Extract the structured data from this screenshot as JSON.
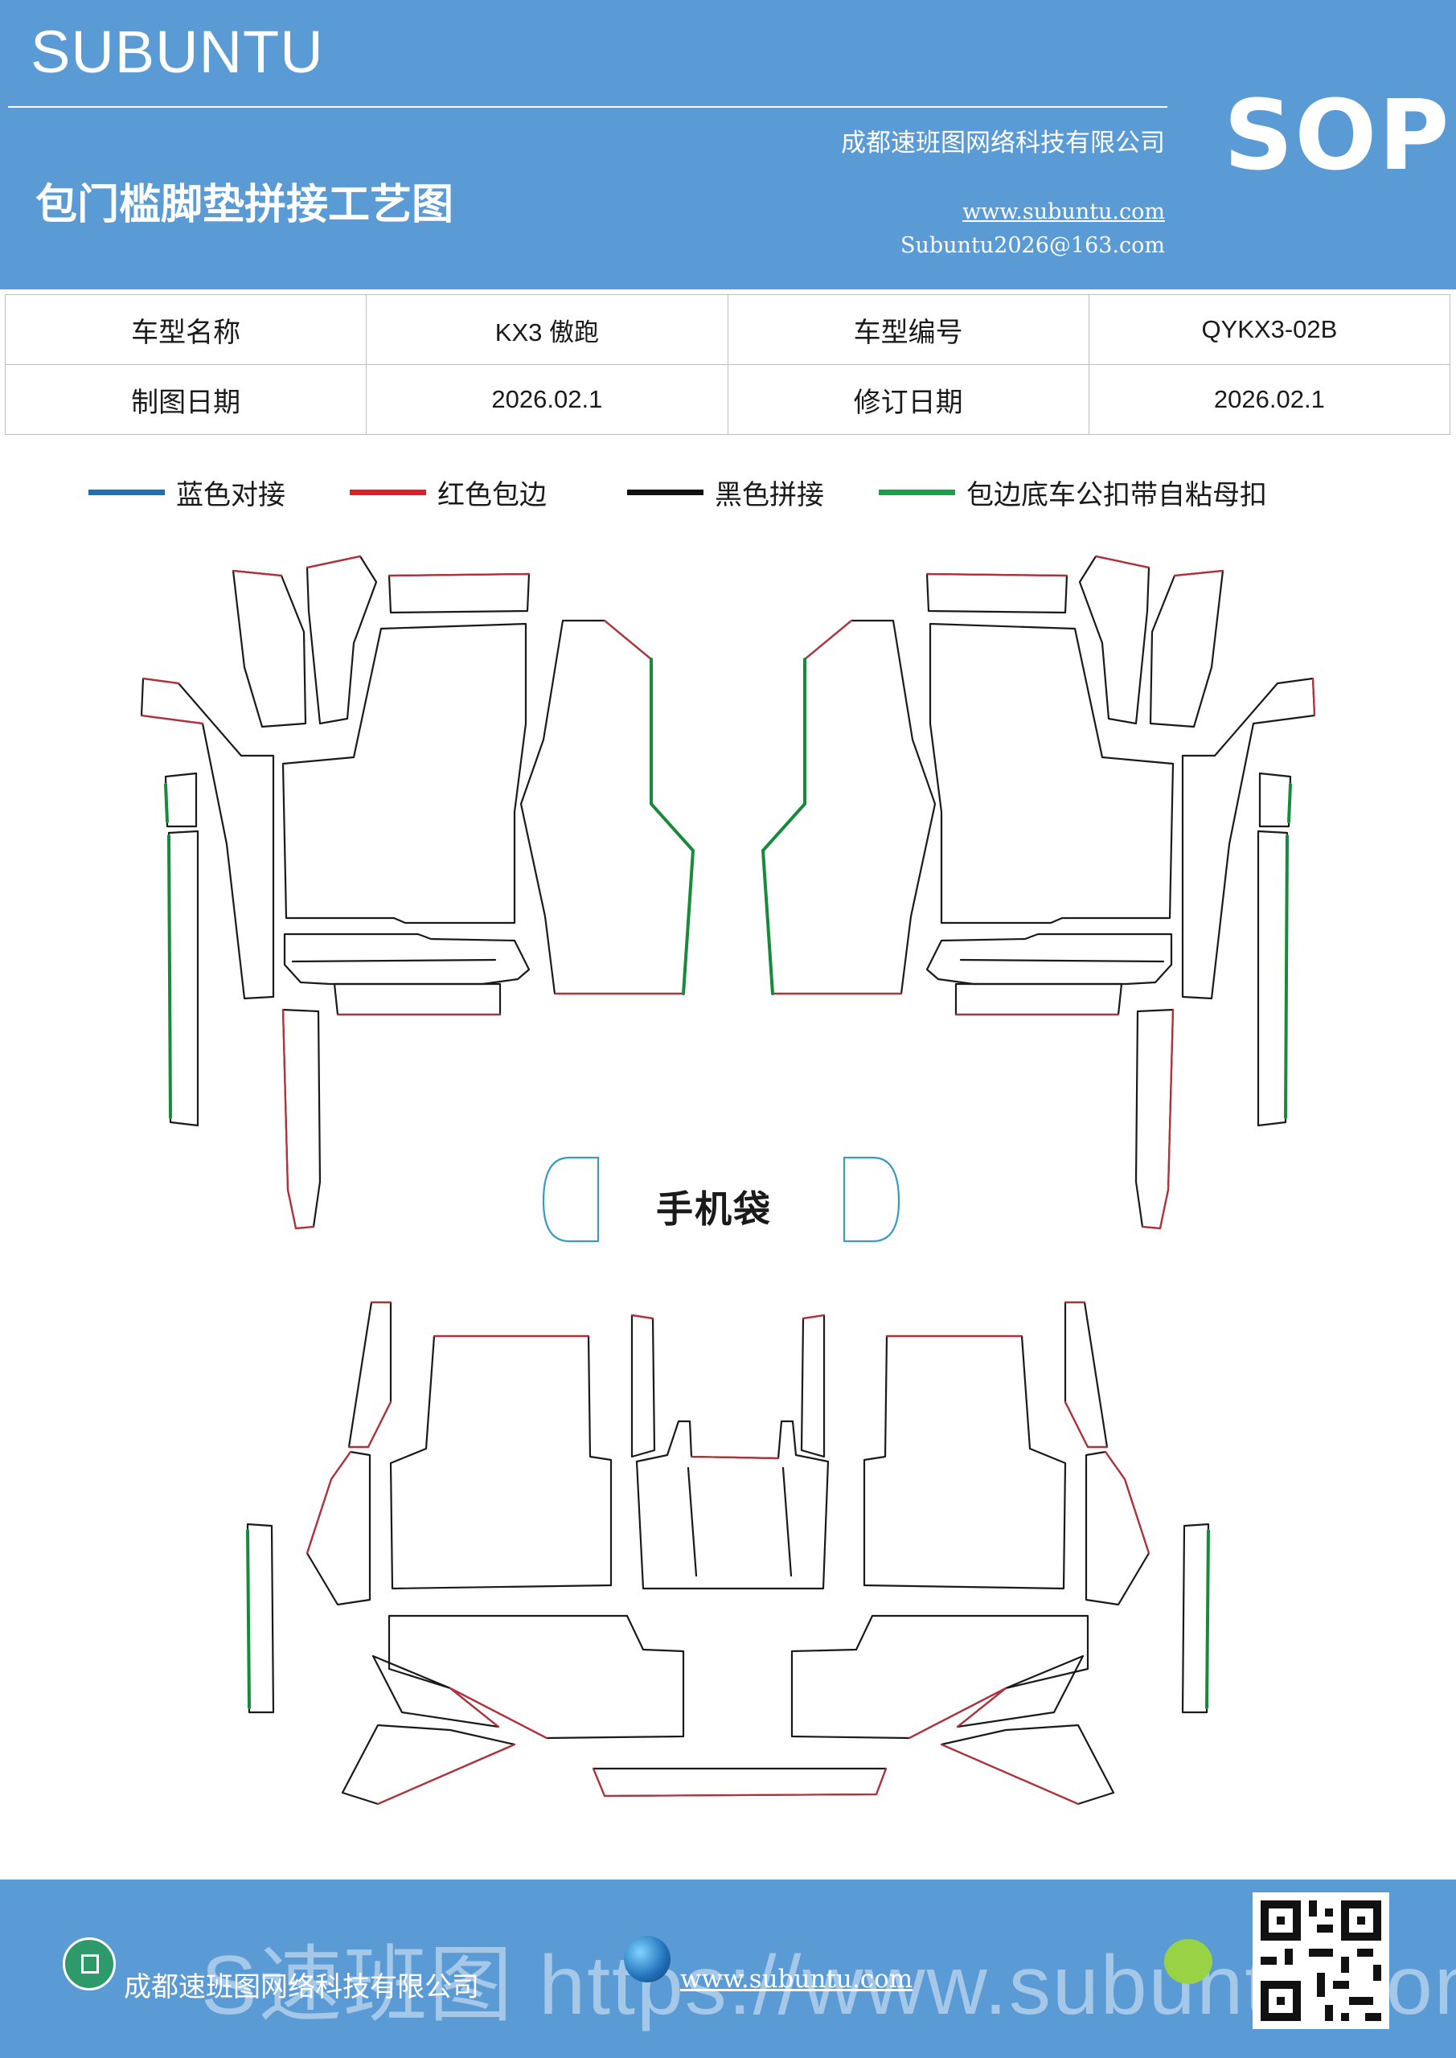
{
  "header": {
    "brand": "SUBUNTU",
    "title": "包门槛脚垫拼接工艺图",
    "company": "成都速班图网络科技有限公司",
    "website": "www.subuntu.com",
    "email": "Subuntu2026@163.com",
    "badge": "SOP"
  },
  "info_table": {
    "rows": [
      [
        "车型名称",
        "KX3 傲跑",
        "车型编号",
        "QYKX3-02B"
      ],
      [
        "制图日期",
        "2026.02.1",
        "修订日期",
        "2026.02.1"
      ]
    ]
  },
  "legend": [
    {
      "label": "蓝色对接",
      "color": "#1f6fb8"
    },
    {
      "label": "红色包边",
      "color": "#e01f26"
    },
    {
      "label": "黑色拼接",
      "color": "#111111"
    },
    {
      "label": "包边底车公扣带自粘母扣",
      "color": "#1aa048"
    }
  ],
  "diagram": {
    "pocket_label": "手机袋",
    "colors": {
      "outline": "#1a1a1a",
      "edge": "#b5303a",
      "velcro": "#178a3c",
      "join": "#3a9ac0"
    }
  },
  "footer": {
    "company": "成都速班图网络科技有限公司",
    "website": "www.subuntu.com",
    "watermark": "S速班图 https://www.subuntu.com"
  },
  "colors": {
    "brand_blue": "#5b9bd5"
  }
}
